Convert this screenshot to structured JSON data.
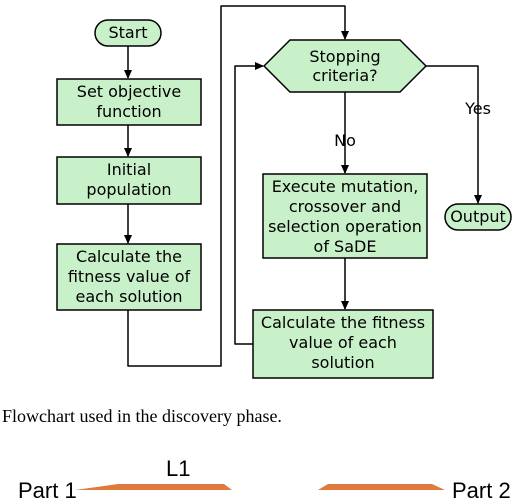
{
  "flowchart": {
    "start": "Start",
    "set_objective": [
      "Set objective",
      "function"
    ],
    "initial_population": [
      "Initial",
      "population"
    ],
    "calc_fitness_left": [
      "Calculate the",
      "fitness value of",
      "each solution"
    ],
    "stopping": [
      "Stopping",
      "criteria?"
    ],
    "no_label": "No",
    "yes_label": "Yes",
    "execute": [
      "Execute mutation,",
      "crossover and",
      "selection operation",
      "of SaDE"
    ],
    "calc_fitness_right": [
      "Calculate the fitness",
      "value of each",
      "solution"
    ],
    "output": "Output"
  },
  "colors": {
    "process_fill": "#c9f1c9",
    "terminal_fill": "#c9f1c9",
    "stroke": "#000000",
    "accent_orange": "#e07a3c"
  },
  "caption": "Flowchart used in the discovery phase.",
  "next_figure": {
    "l1_label": "L1",
    "part1_label": "Part 1",
    "part2_label": "Part 2"
  }
}
